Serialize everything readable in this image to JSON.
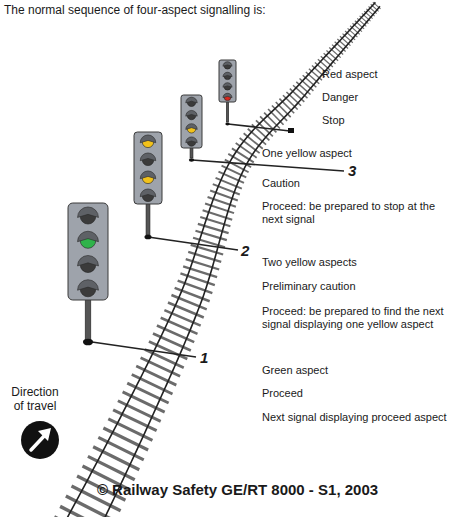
{
  "diagram": {
    "title": "The normal sequence of four-aspect signalling is:",
    "caption": "© Railway Safety GE/RT 8000 - S1, 2003",
    "labels": [
      "Red aspect",
      "Danger",
      "Stop",
      "One yellow aspect",
      "Caution",
      "Proceed: be prepared to stop at the next signal",
      "3",
      "Two yellow aspects",
      "Preliminary caution",
      "Proceed: be prepared to find the next signal displaying one yellow aspect",
      "2",
      "Green aspect",
      "Proceed",
      "Next signal displaying proceed aspect",
      "1",
      "Direction of travel"
    ]
  }
}
